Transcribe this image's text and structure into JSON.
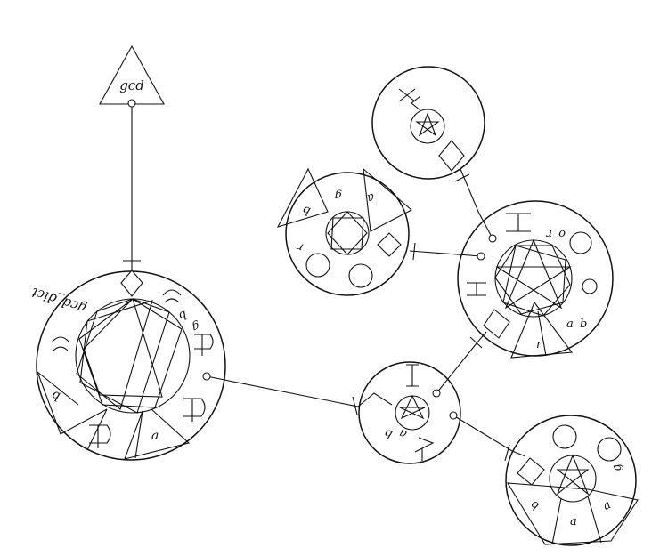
{
  "diagram": {
    "root": {
      "label": "gcd"
    },
    "main": {
      "function_label": "gcd_dict",
      "params": [
        "b",
        "a"
      ],
      "inner_labels": [
        "b",
        "g"
      ]
    },
    "node_ba": {
      "params": [
        "b",
        "a"
      ]
    },
    "node_left": {
      "labels": [
        "b",
        "g",
        "r",
        "a"
      ]
    },
    "node_right": {
      "labels": [
        "r",
        "a",
        "b",
        "r",
        "o"
      ]
    },
    "node_top": {},
    "node_bottom": {
      "params": [
        "b",
        "a",
        "a",
        "g"
      ]
    }
  }
}
